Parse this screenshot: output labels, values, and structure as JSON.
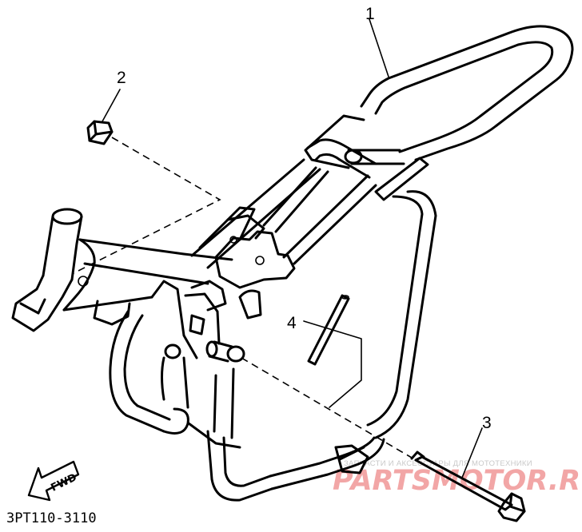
{
  "diagram": {
    "diagram_code": "3PT110-3110",
    "fwd_label": "FWD",
    "callouts": [
      {
        "id": "callout-1",
        "label": "1"
      },
      {
        "id": "callout-2",
        "label": "2"
      },
      {
        "id": "callout-3",
        "label": "3"
      },
      {
        "id": "callout-4",
        "label": "4"
      }
    ]
  },
  "watermark": {
    "tagline": "ЗАПЧАСТИ И АКСЕССУАРЫ ДЛЯ МОТОТЕХНИКИ",
    "brand": "PARTSMOTOR.RU",
    "brand_color": "#f2a6a6"
  }
}
